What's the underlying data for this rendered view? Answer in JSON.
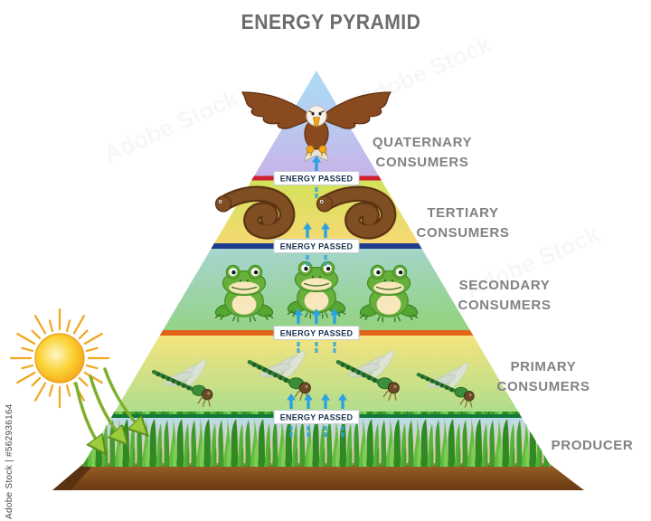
{
  "title": "ENERGY PYRAMID",
  "pyramid": {
    "energy_passed": "ENERGY PASSED",
    "levels": [
      {
        "name": "quaternary-consumers",
        "organism": "eagle",
        "count": 1,
        "label": [
          "QUATERNARY",
          "CONSUMERS"
        ]
      },
      {
        "name": "tertiary-consumers",
        "organism": "snakes",
        "count": 2,
        "label": [
          "TERTIARY",
          "CONSUMERS"
        ]
      },
      {
        "name": "secondary-consumers",
        "organism": "frogs",
        "count": 3,
        "label": [
          "SECONDARY",
          "CONSUMERS"
        ]
      },
      {
        "name": "primary-consumers",
        "organism": "dragonflies",
        "count": 4,
        "label": [
          "PRIMARY",
          "CONSUMERS"
        ]
      },
      {
        "name": "producer",
        "organism": "grass",
        "count": 1,
        "label": [
          "PRODUCER"
        ]
      }
    ]
  },
  "energy_source": {
    "name": "sun",
    "arrow_count": 3
  },
  "watermark": {
    "side": "Adobe Stock | #562936164",
    "tile": "Adobe Stock"
  },
  "colors": {
    "title_text": "#6a6c6e",
    "label_text": "#7f8285",
    "energy_arrow": "#29a3e2",
    "separator_red": "#cf2030",
    "separator_navy": "#1f3d8c",
    "separator_orange": "#e2641a",
    "separator_green": "#127a38",
    "band_quaternary_top": "#abdcf5",
    "band_quaternary_bottom": "#c9b2e8",
    "band_tertiary_top": "#cbe455",
    "band_tertiary_bottom": "#f6d973",
    "band_secondary_top": "#a8d6da",
    "band_secondary_bottom": "#93d383",
    "band_primary_top": "#f7e47e",
    "band_primary_bottom": "#abdd8d",
    "band_producer_top": "#bcdcee",
    "band_producer_bottom": "#e6cda4",
    "soil_top": "#9a6025",
    "soil_bottom": "#6a3a12",
    "sun_core": "#fdf6c8",
    "sun_edge": "#f5a81c",
    "sunlight_arrow": "#7fb02c"
  }
}
